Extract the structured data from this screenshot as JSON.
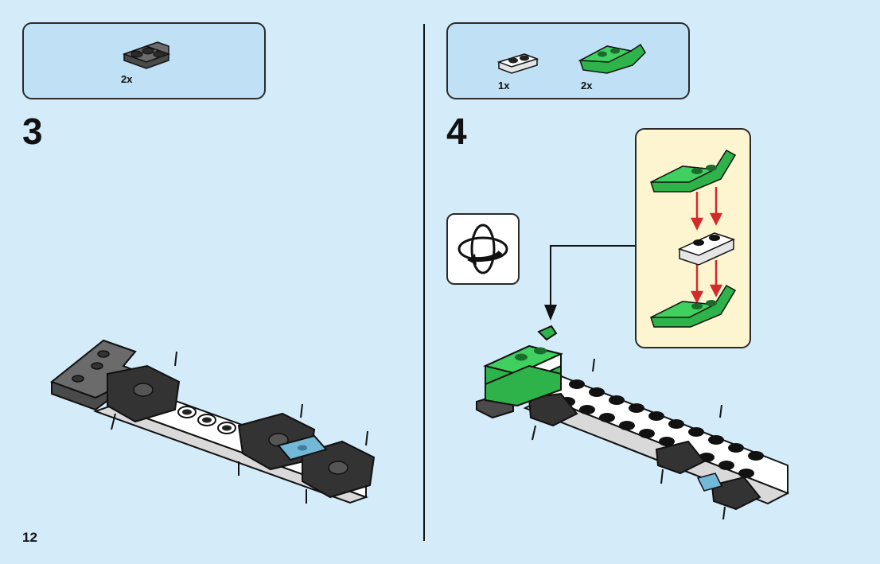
{
  "page": {
    "number": "12"
  },
  "steps": [
    {
      "number": "3",
      "parts": [
        {
          "icon": "dark-gray-corner-plate-icon",
          "quantity": "2x",
          "color": "#5a5a5a"
        }
      ]
    },
    {
      "number": "4",
      "parts": [
        {
          "icon": "white-plate-1x2-icon",
          "quantity": "1x",
          "color": "#ffffff"
        },
        {
          "icon": "green-fender-icon",
          "quantity": "2x",
          "color": "#2db34a"
        }
      ],
      "instruction_icon": "rotate-model-icon"
    }
  ],
  "colors": {
    "background": "#d4ecfa",
    "parts_box": "#bfe0f5",
    "callout": "#fdf5cf",
    "green": "#2db34a",
    "arrow_red": "#d42a2a",
    "trans_blue": "#74b8d8"
  }
}
